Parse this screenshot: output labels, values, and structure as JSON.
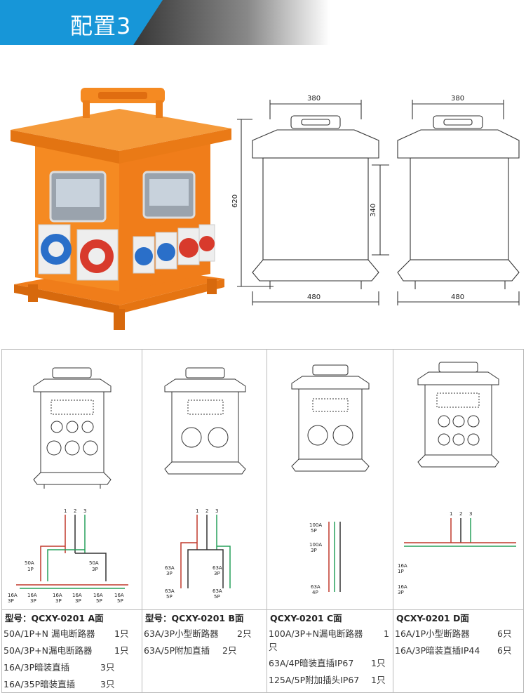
{
  "banner": {
    "title": "配置3"
  },
  "drawing": {
    "top_width": "380",
    "height_total": "620",
    "height_inner": "340",
    "bottom_width": "480",
    "top_width_side": "380",
    "bottom_width_side": "480"
  },
  "configs": [
    {
      "title": "型号：QCXY-0201 A面",
      "lines": [
        {
          "text": "50A/1P+N 漏电断路器",
          "qty": "1只"
        },
        {
          "text": "50A/3P+N漏电断路器",
          "qty": "1只"
        },
        {
          "text": "16A/3P暗装直插",
          "qty": "3只"
        },
        {
          "text": "16A/35P暗装直插",
          "qty": "3只"
        }
      ],
      "diagram": {
        "phase_labels": [
          "1",
          "2",
          "3"
        ],
        "breaker_left": [
          "50A",
          "1P"
        ],
        "breaker_right": [
          "50A",
          "3P"
        ],
        "sockets": [
          "16A",
          "3P",
          "16A",
          "3P",
          "16A",
          "3P",
          "16A",
          "3P",
          "16A",
          "5P",
          "16A",
          "5P"
        ]
      }
    },
    {
      "title": "型号：QCXY-0201 B面",
      "lines": [
        {
          "text": "63A/3P小型断路器",
          "qty": "2只"
        },
        {
          "text": "63A/5P附加直插",
          "qty": "2只"
        }
      ],
      "diagram": {
        "phase_labels": [
          "1",
          "2",
          "3"
        ],
        "breaker_left": [
          "63A",
          "3P"
        ],
        "breaker_right": [
          "63A",
          "3P"
        ],
        "socket_left": [
          "63A",
          "5P"
        ],
        "socket_right": [
          "63A",
          "5P"
        ]
      }
    },
    {
      "title": "QCXY-0201  C面",
      "lines": [
        {
          "text": "100A/3P+N漏电断路器",
          "qty": "1"
        },
        {
          "text": "只",
          "qty": ""
        },
        {
          "text": "63A/4P暗装直插IP67",
          "qty": "1只"
        },
        {
          "text": "125A/5P附加插头IP67",
          "qty": "1只"
        }
      ],
      "diagram": {
        "main": [
          "100A",
          "5P"
        ],
        "breaker": [
          "100A",
          "3P"
        ],
        "socket": [
          "63A",
          "4P"
        ]
      }
    },
    {
      "title": "QCXY-0201  D面",
      "lines": [
        {
          "text": "16A/1P小型断路器",
          "qty": "6只"
        },
        {
          "text": "16A/3P暗装直插IP44",
          "qty": "6只"
        }
      ],
      "diagram": {
        "phase_labels": [
          "1",
          "2",
          "3"
        ],
        "breakers": [
          "16A",
          "1P"
        ],
        "sockets": [
          "16A",
          "3P"
        ]
      }
    }
  ],
  "colors": {
    "banner_blue": "#1796d8",
    "box_orange": "#f07d1a",
    "socket_blue": "#2a6fc9",
    "socket_red": "#d83a2c",
    "wire_red": "#c0392b",
    "wire_green": "#27a05a"
  }
}
